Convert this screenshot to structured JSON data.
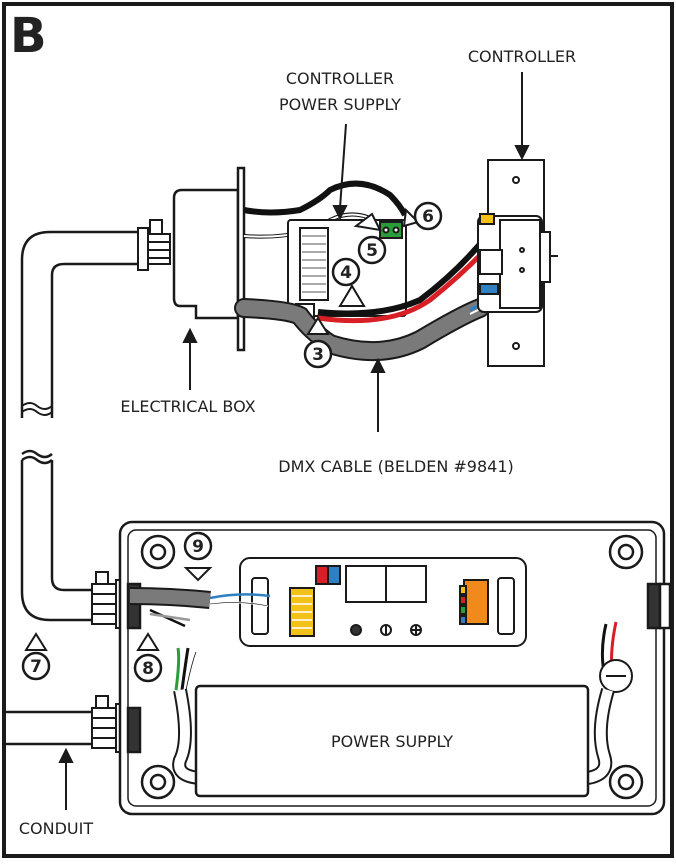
{
  "panel_letter": "B",
  "labels": {
    "controller": "CONTROLLER",
    "controller_power_supply_line1": "CONTROLLER",
    "controller_power_supply_line2": "POWER SUPPLY",
    "electrical_box": "ELECTRICAL BOX",
    "dmx_cable": "DMX CABLE (BELDEN #9841)",
    "power_supply": "POWER SUPPLY",
    "conduit": "CONDUIT"
  },
  "steps": [
    "3",
    "4",
    "5",
    "6",
    "7",
    "8",
    "9"
  ],
  "colors": {
    "frame": "#1a1a1a",
    "cable_gray": "#7a7a7a",
    "wire_red": "#d81f26",
    "wire_black": "#111111",
    "wire_blue": "#2f7fc1",
    "wire_green": "#2a9d3a",
    "terminal_yellow": "#f2c21b",
    "terminal_orange": "#f08a1c"
  }
}
